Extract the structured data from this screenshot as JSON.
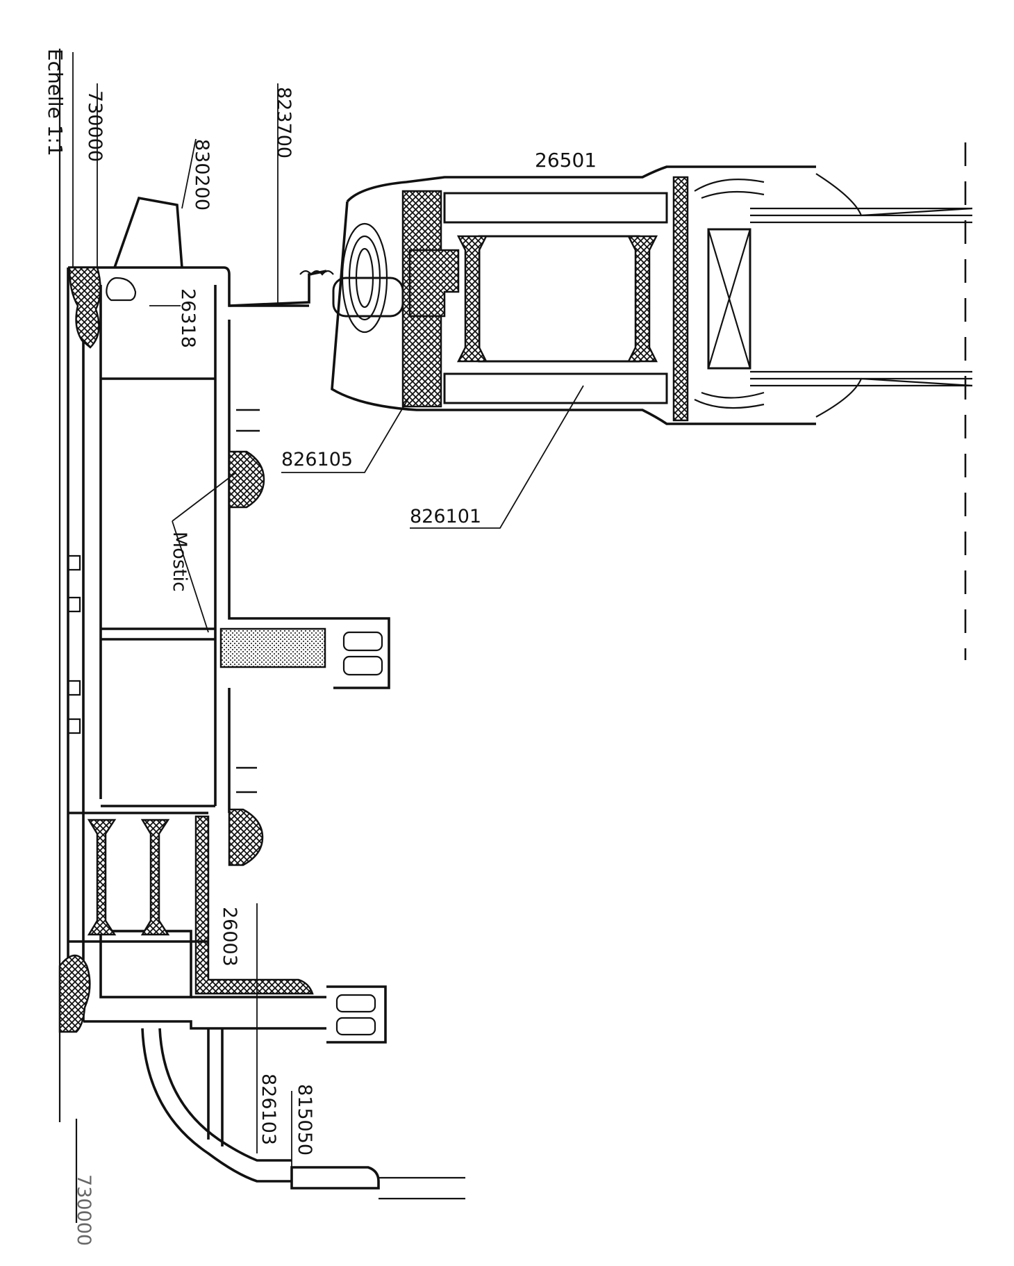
{
  "drawing": {
    "scale_label": "Echelle 1:1",
    "note_label": "Mostic",
    "part_labels": {
      "p730000_top": "730000",
      "p830200": "830200",
      "p823700": "823700",
      "p26501": "26501",
      "p26318": "26318",
      "p826105": "826105",
      "p826101": "826101",
      "p26003": "26003",
      "p826103": "826103",
      "p815050": "815050",
      "p730000_bottom": "730000"
    }
  }
}
